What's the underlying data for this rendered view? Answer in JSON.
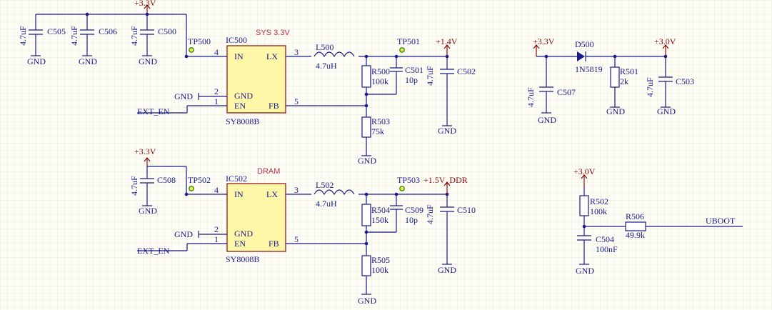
{
  "nets": {
    "gnd": "GND",
    "v33": "+3.3V",
    "v14": "+1.4V",
    "v30": "+3.0V",
    "v15ddr": "+1.5V_DDR",
    "ext_en": "EXT_EN",
    "uboot": "UBOOT"
  },
  "notes": {
    "sys": "SYS 3.3V",
    "dram": "DRAM"
  },
  "ic500": {
    "ref": "IC500",
    "part": "SY8008B",
    "pin_in": "IN",
    "pin_lx": "LX",
    "pin_gnd": "GND",
    "pin_en": "EN",
    "pin_fb": "FB",
    "n4": "4",
    "n3": "3",
    "n2": "2",
    "n1": "1",
    "n5": "5"
  },
  "ic502": {
    "ref": "IC502",
    "part": "SY8008B",
    "pin_in": "IN",
    "pin_lx": "LX",
    "pin_gnd": "GND",
    "pin_en": "EN",
    "pin_fb": "FB",
    "n4": "4",
    "n3": "3",
    "n2": "2",
    "n1": "1",
    "n5": "5"
  },
  "tp": {
    "tp500": "TP500",
    "tp501": "TP501",
    "tp502": "TP502",
    "tp503": "TP503"
  },
  "inductors": {
    "l500": "L500",
    "l500v": "4.7uH",
    "l502": "L502",
    "l502v": "4.7uH"
  },
  "caps": {
    "c505": "C505",
    "c506": "C506",
    "c500": "C500",
    "c501": "C501",
    "c502": "C502",
    "c507": "C507",
    "c503": "C503",
    "c508": "C508",
    "c509": "C509",
    "c510": "C510",
    "c504": "C504",
    "v47": "4.7uF",
    "v10p": "10p",
    "v100nf": "100nF"
  },
  "resistors": {
    "r500": "R500",
    "r500v": "100k",
    "r503": "R503",
    "r503v": "75k",
    "r501": "R501",
    "r501v": "2k",
    "r504": "R504",
    "r504v": "150k",
    "r505": "R505",
    "r505v": "100k",
    "r502": "R502",
    "r502v": "100k",
    "r506": "R506",
    "r506v": "49.9k"
  },
  "diode": {
    "ref": "D500",
    "part": "1N5819"
  }
}
